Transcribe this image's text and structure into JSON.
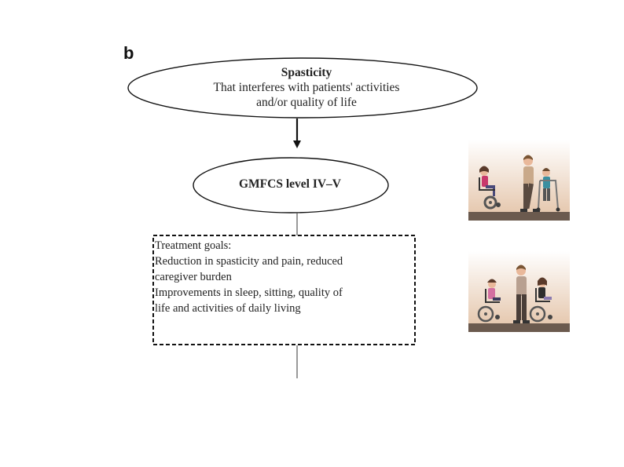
{
  "panel_label": "b",
  "nodes": {
    "spasticity": {
      "title": "Spasticity",
      "line1": "That interferes with patients' activities",
      "line2": "and/or quality of life"
    },
    "gmfcs": {
      "label": "GMFCS level IV–V"
    },
    "goals": {
      "heading": "Treatment goals:",
      "items": [
        "Reduction in spasticity and pain, reduced",
        "caregiver burden",
        "Improvements in sleep, sitting, quality of",
        "life and activities of daily living"
      ]
    }
  },
  "illustrations": [
    {
      "name": "wheelchair-and-walker-illustration",
      "scene": "child in wheelchair, adult assisting child with walker"
    },
    {
      "name": "two-wheelchairs-illustration",
      "scene": "adult between two children in wheelchairs"
    }
  ],
  "colors": {
    "stroke": "#1a1a1a",
    "ground": "#6b5a4e",
    "sky_top": "#ffffff",
    "sky_bottom": "#e8cfb8"
  }
}
